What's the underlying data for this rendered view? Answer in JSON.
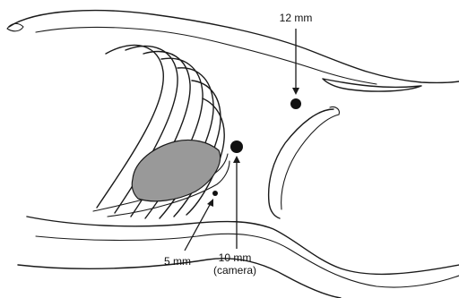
{
  "labels": {
    "port_12": "12 mm",
    "port_10_line1": "10 mm",
    "port_10_line2": "(camera)",
    "port_5": "5 mm"
  },
  "colors": {
    "ink": "#1a1a1a",
    "shaded_area": "#999999",
    "background": "#ffffff"
  }
}
